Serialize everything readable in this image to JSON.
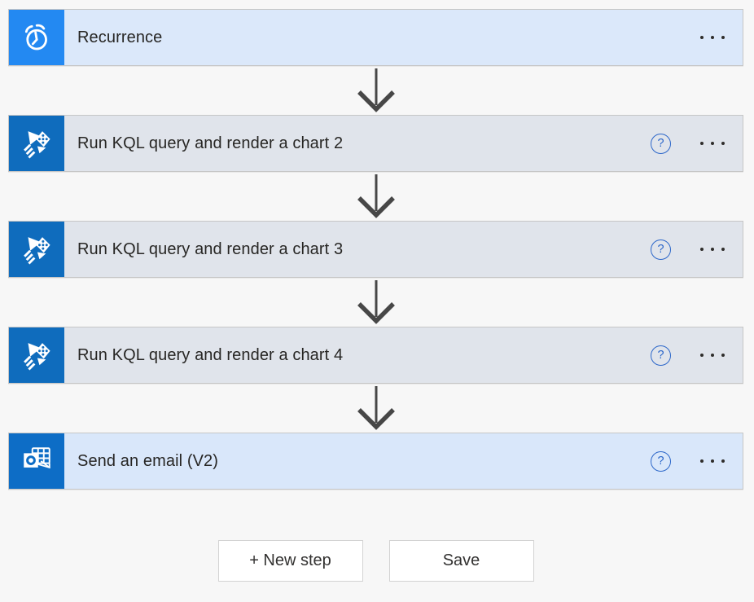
{
  "app": {
    "name": "flow-designer",
    "background_color": "#f7f7f7",
    "card_border_color": "#c6c6c6",
    "arrow_color": "#474747",
    "help_icon_color": "#2b66c9",
    "title_text_color": "#272624"
  },
  "steps": [
    {
      "title": "Recurrence",
      "icon": "alarm-clock-icon",
      "icon_bg": "#2389f2",
      "card_bg": "#dbe8fa",
      "has_help": false
    },
    {
      "title": "Run KQL query and render a chart 2",
      "icon": "azure-data-explorer-icon",
      "icon_bg": "#0f6cbd",
      "card_bg": "#e0e4eb",
      "has_help": true
    },
    {
      "title": "Run KQL query and render a chart 3",
      "icon": "azure-data-explorer-icon",
      "icon_bg": "#0f6cbd",
      "card_bg": "#e0e4eb",
      "has_help": true
    },
    {
      "title": "Run KQL query and render a chart 4",
      "icon": "azure-data-explorer-icon",
      "icon_bg": "#0f6cbd",
      "card_bg": "#e0e4eb",
      "has_help": true
    },
    {
      "title": "Send an email (V2)",
      "icon": "outlook-icon",
      "icon_bg": "#0d6dc6",
      "card_bg": "#d9e7fa",
      "has_help": true
    }
  ],
  "icons": {
    "help_glyph": "?",
    "ellipsis": "more-options"
  },
  "footer": {
    "new_step_label": "+ New step",
    "save_label": "Save"
  }
}
